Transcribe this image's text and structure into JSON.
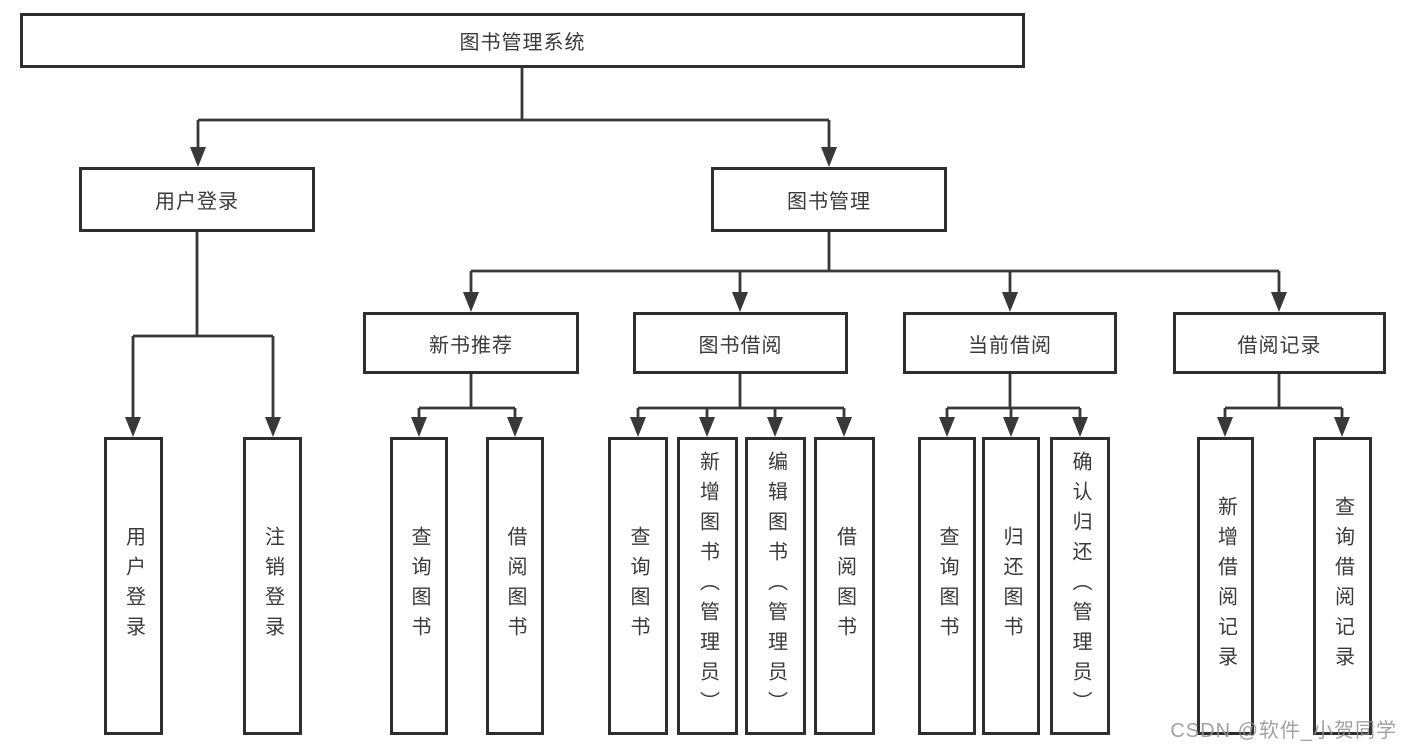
{
  "tree": {
    "root": {
      "label": "图书管理系统"
    },
    "level2": [
      {
        "label": "用户登录"
      },
      {
        "label": "图书管理"
      }
    ],
    "level3": [
      {
        "label": "新书推荐"
      },
      {
        "label": "图书借阅"
      },
      {
        "label": "当前借阅"
      },
      {
        "label": "借阅记录"
      }
    ],
    "leaves": {
      "user_login": [
        "用户登录",
        "注销登录"
      ],
      "new_book_recommend": [
        "查询图书",
        "借阅图书"
      ],
      "book_borrow": [
        "查询图书",
        "新增图书（管理员）",
        "编辑图书（管理员）",
        "借阅图书"
      ],
      "current_borrow": [
        "查询图书",
        "归还图书",
        "确认归还（管理员）"
      ],
      "borrow_records": [
        "新增借阅记录",
        "查询借阅记录"
      ]
    }
  },
  "watermark": "CSDN @软件_小贺同学",
  "colors": {
    "box_border": "#2e2e2e",
    "connector_line": "#383838",
    "text": "#3a3a3a",
    "watermark_text": "#919191",
    "background": "#ffffff"
  }
}
